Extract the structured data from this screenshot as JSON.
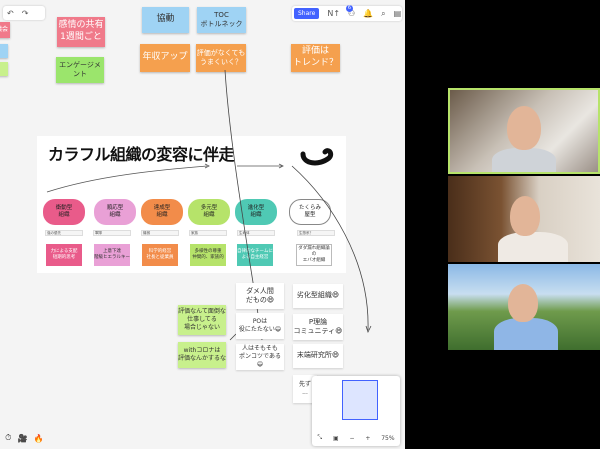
{
  "toolbar_left": {
    "undo_label": "↶",
    "redo_label": "↷"
  },
  "toolbar_right": {
    "share_label": "Share",
    "timer_label": "N↑",
    "notif_count": "6"
  },
  "edge_notes": [
    "議会",
    "",
    ""
  ],
  "notes": {
    "kanjo": "感情の共有\n1週間ごと",
    "engagement": "エンゲージメント",
    "kyodo": "協動",
    "toc": "TOC\nボトルネック",
    "nenshu": "年収アップ",
    "hyoka_nakute": "評価がなくても\nうまくいく？",
    "hyoka_trend": "評価は\nトレンド？",
    "hyoka_nante": "評価なんて面倒な\n仕事してる\n場合じゃない",
    "with_corona": "withコロナは\n評価なんかするな",
    "dame": "ダメ人間\nだもの😄",
    "po": "POは\n役にたたない😄",
    "hito": "人はそもそも\nポンコツである😄",
    "retsuka": "劣化型組織😄",
    "p_riron": "P理論\nコミュニティ😄",
    "mattan": "末端研究所😄",
    "saki": "先ず\n..."
  },
  "slide": {
    "title": "カラフル組織の変容に伴走",
    "clouds": [
      "衝動型\n組織",
      "順応型\n組織",
      "達成型\n組織",
      "多元型\n組織",
      "進化型\n組織",
      "たくらみ\n屋型"
    ],
    "labels": [
      "強の優先",
      "軍隊",
      "機械",
      "家族",
      "生命体",
      "生態系？"
    ],
    "descs": [
      "力による支配\n短期的思考",
      "上意下達\n階級ヒエラルキー",
      "科学的経営\n社長と従業員",
      "多様性の尊重\n仲間的、家族的",
      "自律的なチームに\nよる自主経営",
      "ダダ漏れ組織論の\nエバオ組織"
    ]
  },
  "minimap": {
    "zoom": "75%",
    "minus": "−",
    "plus": "+"
  },
  "bottom_tools": [
    "⏱",
    "🎥",
    "🔥"
  ],
  "colors": {
    "accent": "#4262ff",
    "active_speaker": "#b7e36a"
  }
}
